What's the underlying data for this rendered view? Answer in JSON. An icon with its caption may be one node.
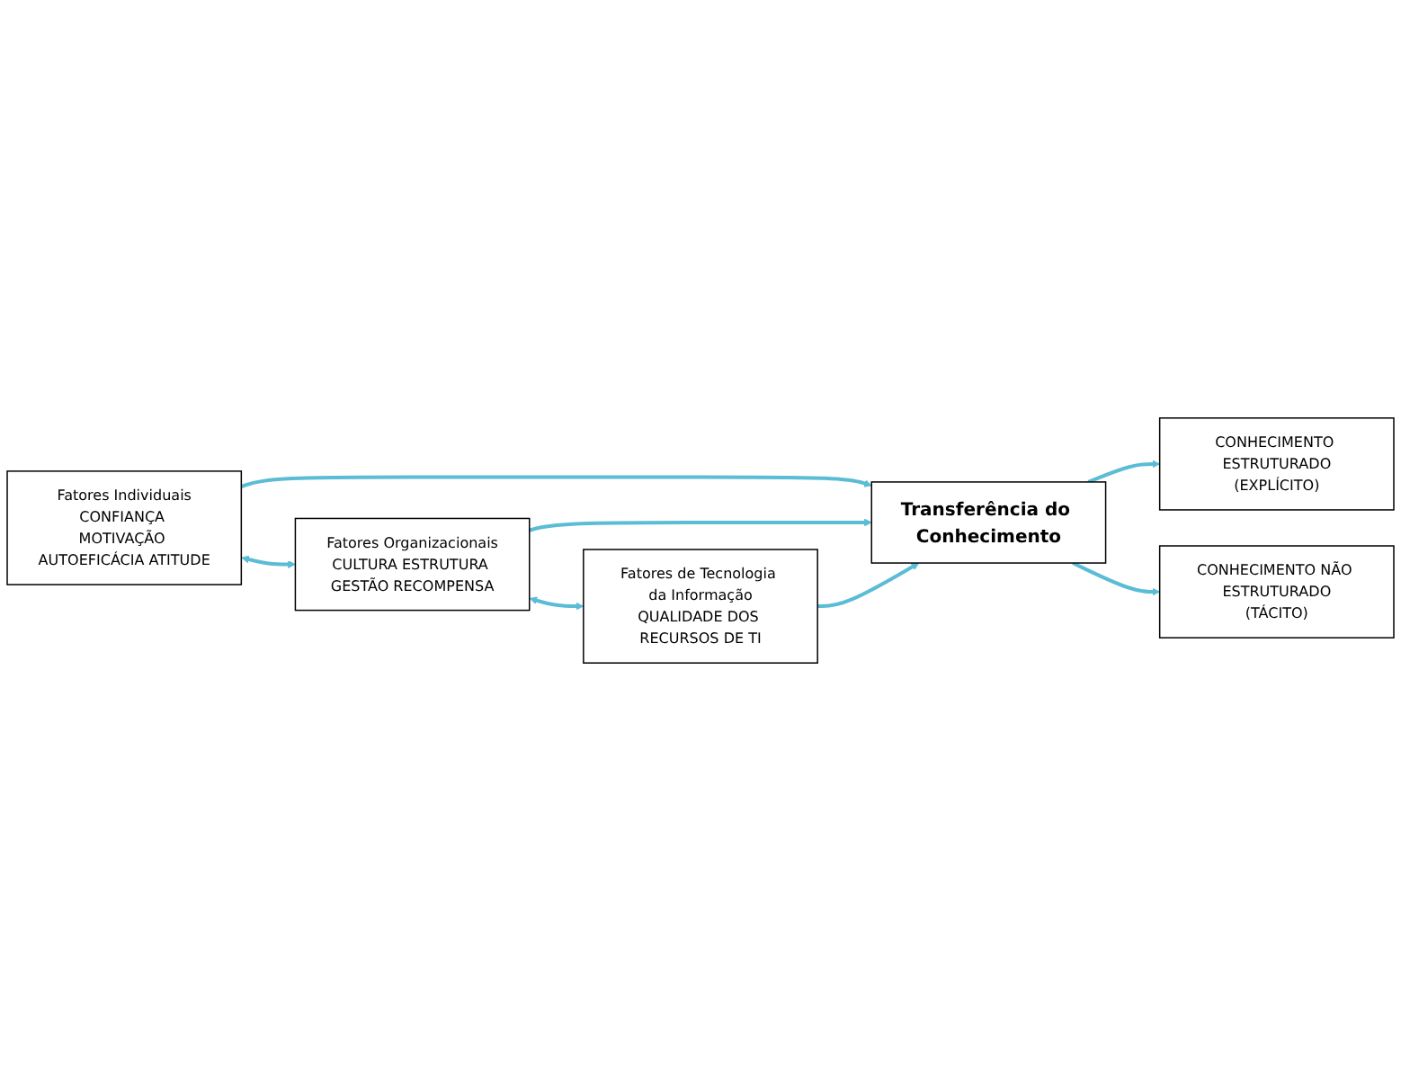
{
  "diagram": {
    "nodes": [
      {
        "text": [
          "Fatores Individuais",
          "CONFIANÇA MOTIVAÇÃO AUTOEFICÁCIA ATITUDE"
        ]
      },
      {
        "text": [
          "Fatores Organizacionais",
          "CULTURA ESTRUTURA GESTÃO RECOMPENSA"
        ]
      },
      {
        "text": [
          "Fatores de Tecnologia da Informação",
          "QUALIDADE DOS RECURSOS DE TI"
        ]
      },
      {
        "text": [
          "Transferência do Conhecimento"
        ]
      },
      {
        "text": [
          "CONHECIMENTO ESTRUTURADO",
          "(EXPLÍCITO)"
        ]
      },
      {
        "text": [
          "CONHECIMENTO NÃO ESTRUTURADO",
          "(TÁCITO)"
        ]
      }
    ],
    "edges": [
      {
        "from": 0,
        "to": 1,
        "arrow": "both"
      },
      {
        "from": 1,
        "to": 2,
        "arrow": "both"
      },
      {
        "from": 0,
        "to": 3,
        "arrow": "to"
      },
      {
        "from": 1,
        "to": 3,
        "arrow": "to"
      },
      {
        "from": 2,
        "to": 3,
        "arrow": "to"
      },
      {
        "from": 3,
        "to": 4,
        "arrow": "to"
      },
      {
        "from": 3,
        "to": 5,
        "arrow": "to"
      }
    ]
  }
}
